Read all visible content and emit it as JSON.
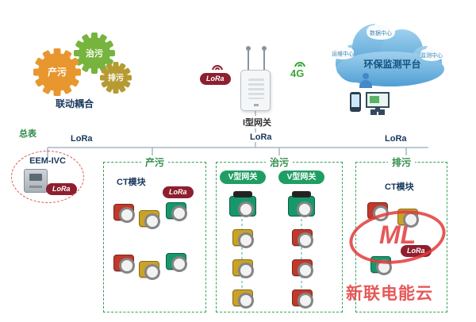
{
  "gears": {
    "caption": "联动耦合",
    "items": [
      {
        "label": "产污",
        "color": "#e8962e"
      },
      {
        "label": "治污",
        "color": "#76b43e"
      },
      {
        "label": "排污",
        "color": "#b59b32"
      }
    ]
  },
  "gateway": {
    "label": "I型网关",
    "lora_label": "LoRa",
    "g4_label": "4G"
  },
  "cloud": {
    "title": "环保监测平台",
    "data_center": "数据中心",
    "ops_center": "运维中心",
    "monitor_center": "监测中心"
  },
  "meter": {
    "caption": "总表",
    "model": "EEM-IVC",
    "lora_label": "LoRa"
  },
  "bus": {
    "lora_left": "LoRa",
    "lora_middle": "LoRa",
    "lora_right": "LoRa"
  },
  "box_chanwu": {
    "title": "产污",
    "module_label": "CT模块",
    "lora_label": "LoRa"
  },
  "box_zhiwu": {
    "title": "治污",
    "gateway1_label": "V型网关",
    "gateway2_label": "V型网关"
  },
  "box_paiwu": {
    "title": "排污",
    "module_label": "CT模块",
    "lora_label": "LoRa"
  },
  "watermark": {
    "logo": "ML",
    "text": "新联电能云"
  },
  "colors": {
    "box_border_green": "#35a05a",
    "lora_badge": "#8e1f2f",
    "cloud_blue": "#4f9fd4",
    "watermark_red": "#e23c3c",
    "line_grey": "#a8b6c6",
    "module_red": "#c0392b",
    "module_yellow": "#c9a227",
    "module_green": "#17986b"
  }
}
